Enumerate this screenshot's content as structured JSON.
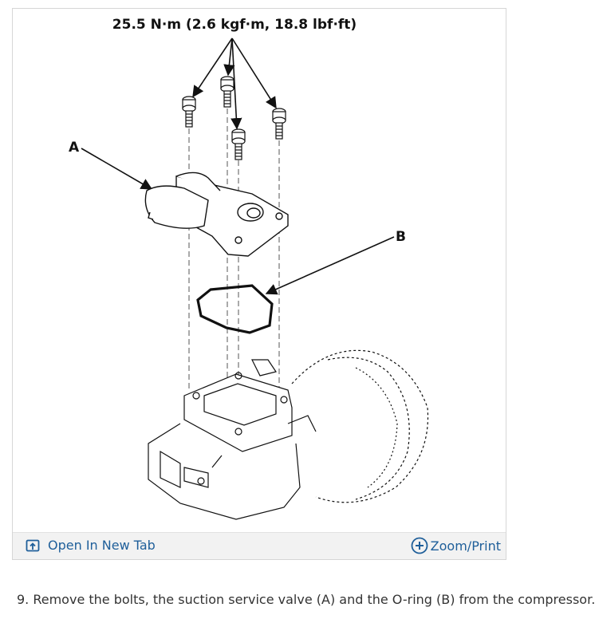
{
  "figure": {
    "torque_spec": "25.5 N·m (2.6 kgf·m, 18.8 lbf·ft)",
    "label_a": "A",
    "label_b": "B"
  },
  "toolbar": {
    "open_tab_label": "Open In New Tab",
    "zoom_label": "Zoom/Print",
    "link_color": "#1f5f9a"
  },
  "step": {
    "text": "9. Remove the bolts, the suction service valve (A) and the O-ring (B) from the compressor."
  },
  "icons": {
    "open_tab": "open-in-new-tab-icon",
    "zoom": "zoom-plus-icon"
  }
}
